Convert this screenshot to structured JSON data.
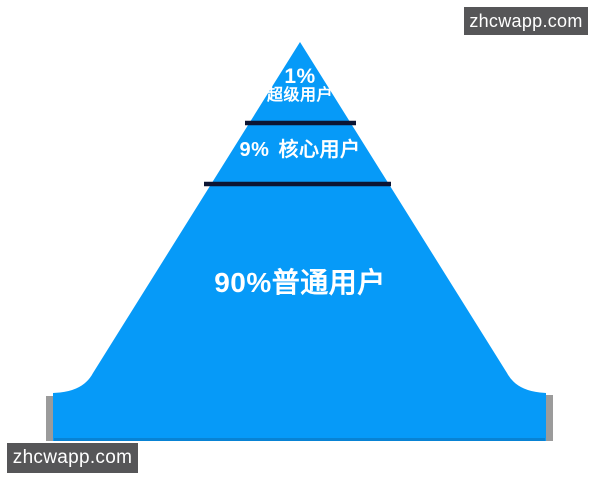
{
  "diagram": {
    "type": "pyramid",
    "tiers": [
      {
        "percent": "1%",
        "label": "超级用户",
        "value": 1
      },
      {
        "percent": "9%",
        "label": "核心用户",
        "value": 9
      },
      {
        "percent": "90%",
        "label": "普通用户",
        "value": 90
      }
    ],
    "colors": {
      "pyramid_fill": "#069af8",
      "divider": "#0c1533",
      "tier_text": "#ffffff",
      "base_shadow": "#9b9b9b",
      "base_bottom_edge": "#0b72b8",
      "watermark_bg": "#565658",
      "watermark_text": "#ffffff"
    }
  },
  "watermarks": {
    "top_right": "zhcwapp.com",
    "bottom_left": "zhcwapp.com"
  }
}
